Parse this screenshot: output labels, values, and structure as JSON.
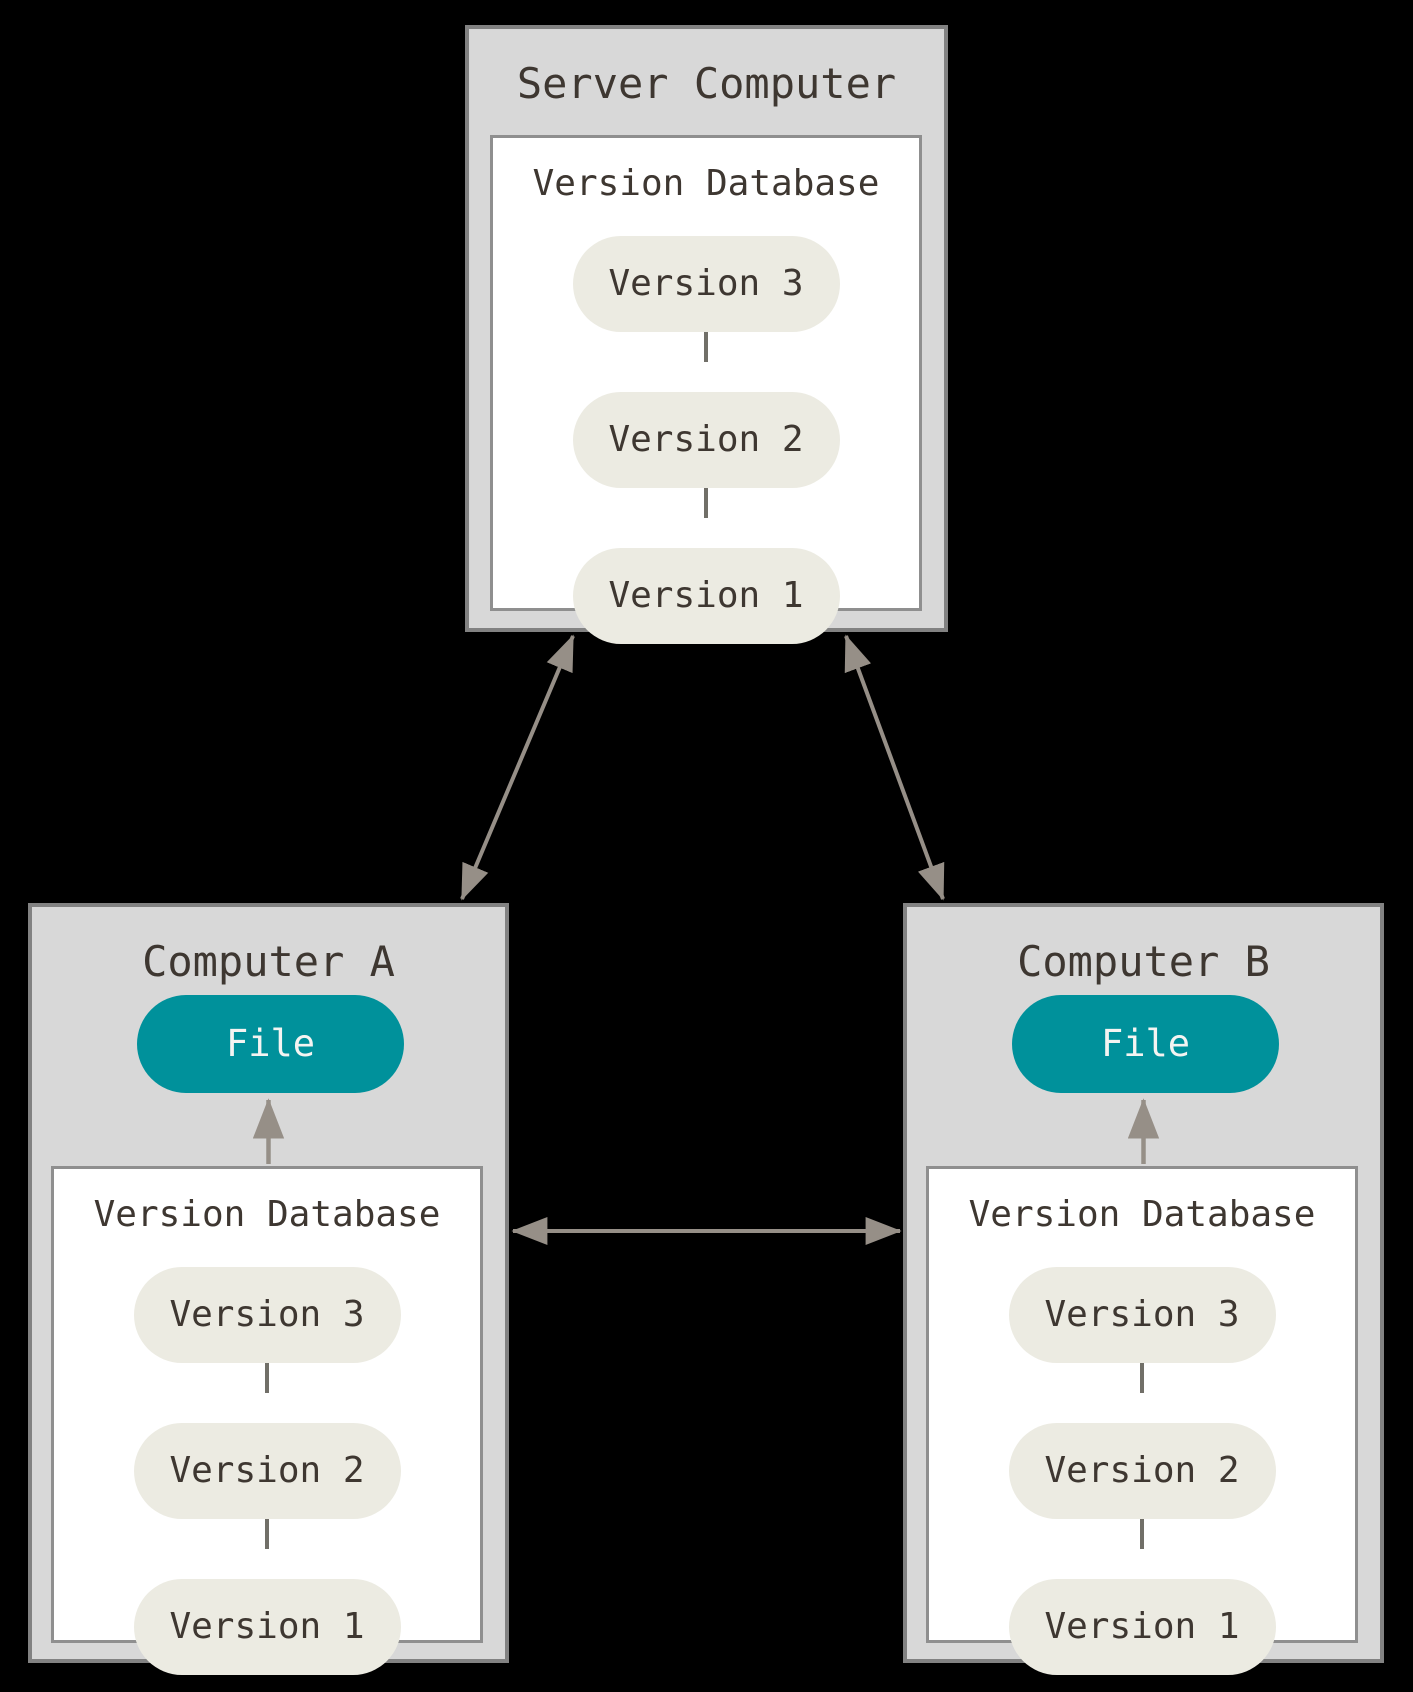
{
  "diagram": {
    "kind": "distributed-version-control",
    "colors": {
      "background": "#000000",
      "machine_box_fill": "#D8D8D8",
      "machine_box_border": "#828282",
      "database_panel_fill": "#FFFFFF",
      "database_panel_border": "#8F8F8F",
      "version_pill_fill": "#ECEBE2",
      "file_pill_fill": "#00919B",
      "file_pill_text": "#F4F4F2",
      "text": "#3E3731",
      "arrow": "#968F87",
      "connector": "#716F68"
    },
    "server": {
      "title": "Server Computer",
      "database": {
        "label": "Version Database",
        "versions": [
          "Version 3",
          "Version 2",
          "Version 1"
        ]
      }
    },
    "computer_a": {
      "title": "Computer A",
      "file_label": "File",
      "database": {
        "label": "Version Database",
        "versions": [
          "Version 3",
          "Version 2",
          "Version 1"
        ]
      }
    },
    "computer_b": {
      "title": "Computer B",
      "file_label": "File",
      "database": {
        "label": "Version Database",
        "versions": [
          "Version 3",
          "Version 2",
          "Version 1"
        ]
      }
    }
  }
}
